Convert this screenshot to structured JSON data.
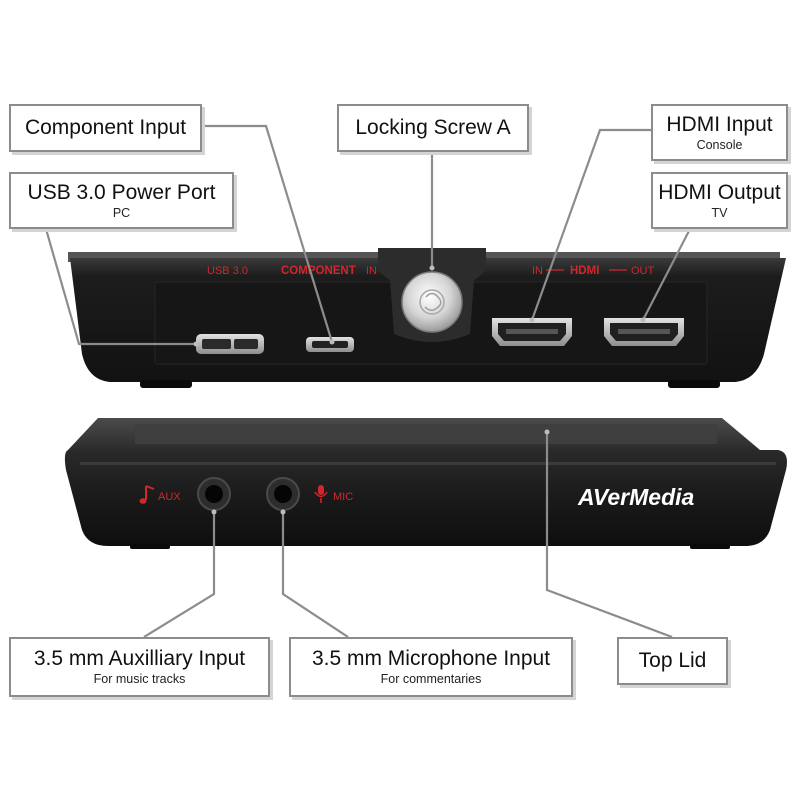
{
  "callouts": {
    "component_input": {
      "title": "Component Input"
    },
    "usb_power": {
      "title": "USB 3.0 Power Port",
      "subtitle": "PC"
    },
    "locking_screw": {
      "title": "Locking Screw A"
    },
    "hdmi_input": {
      "title": "HDMI Input",
      "subtitle": "Console"
    },
    "hdmi_output": {
      "title": "HDMI Output",
      "subtitle": "TV"
    },
    "aux_input": {
      "title": "3.5 mm Auxilliary Input",
      "subtitle": "For music tracks"
    },
    "mic_input": {
      "title": "3.5 mm Microphone Input",
      "subtitle": "For commentaries"
    },
    "top_lid": {
      "title": "Top Lid"
    }
  },
  "device": {
    "back_labels": {
      "usb": "USB 3.0",
      "component": "COMPONENT",
      "component_in": "IN",
      "hdmi_in": "IN",
      "hdmi": "HDMI",
      "hdmi_out": "OUT"
    },
    "front_labels": {
      "aux": "AUX",
      "mic": "MIC"
    },
    "brand": "AVerMedia"
  },
  "colors": {
    "device_body": "#1b1b1b",
    "label_red": "#d3262b",
    "callout_border": "#8c8c8c"
  }
}
